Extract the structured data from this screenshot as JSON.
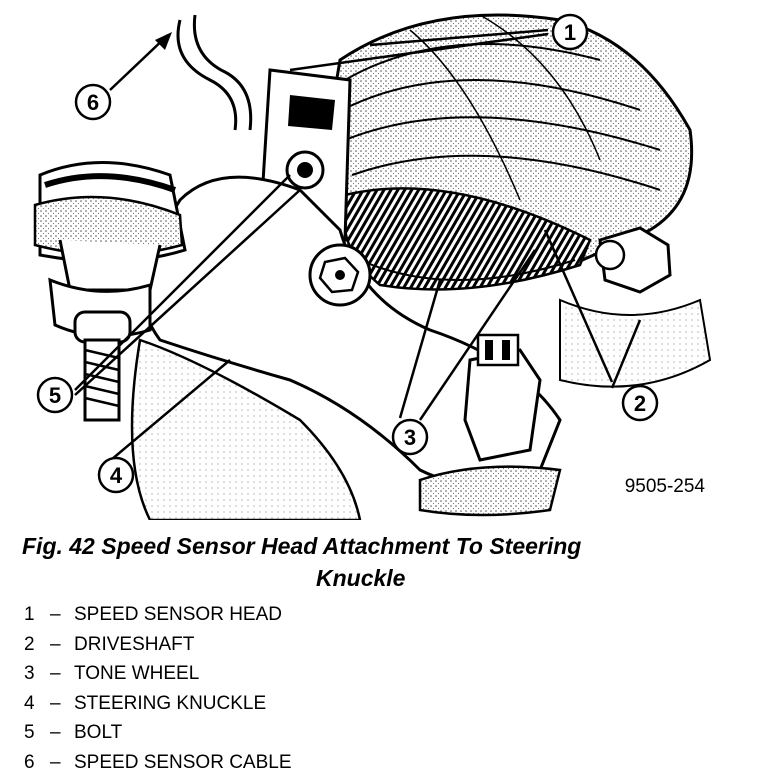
{
  "figure_code": "9505-254",
  "callouts": [
    "1",
    "2",
    "3",
    "4",
    "5",
    "6"
  ],
  "caption": {
    "line1": "Fig. 42 Speed Sensor Head Attachment To Steering",
    "line2": "Knuckle"
  },
  "legend": [
    {
      "num": "1",
      "dash": "–",
      "label": "SPEED SENSOR HEAD"
    },
    {
      "num": "2",
      "dash": "–",
      "label": "DRIVESHAFT"
    },
    {
      "num": "3",
      "dash": "–",
      "label": "TONE WHEEL"
    },
    {
      "num": "4",
      "dash": "–",
      "label": "STEERING KNUCKLE"
    },
    {
      "num": "5",
      "dash": "–",
      "label": "BOLT"
    },
    {
      "num": "6",
      "dash": "–",
      "label": "SPEED SENSOR CABLE"
    }
  ]
}
